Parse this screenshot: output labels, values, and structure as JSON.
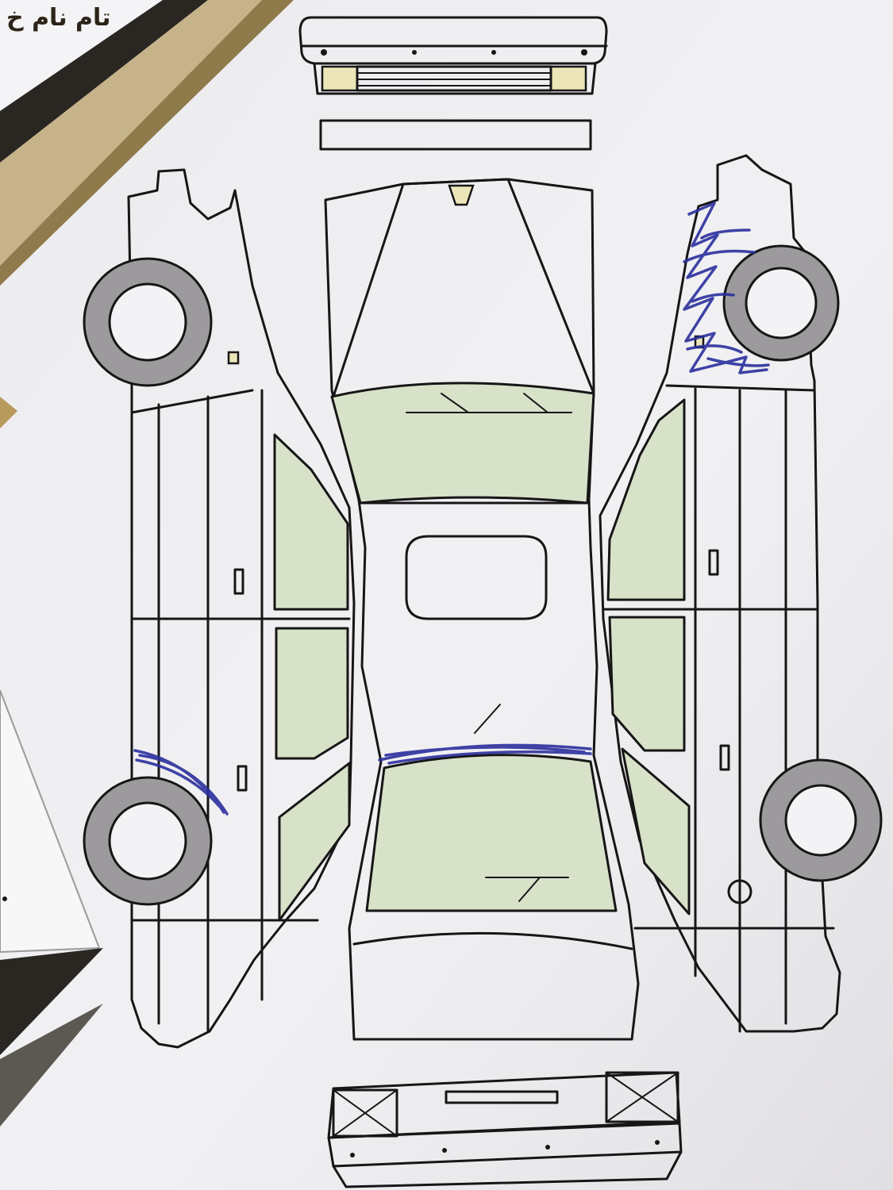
{
  "header": {
    "partial_text": "تام نام خ"
  },
  "colors": {
    "paper": "#ededf0",
    "outline": "#161616",
    "glass": "#d8e2c9",
    "tire": "#9c9a9d",
    "lamp": "#ece5b8",
    "damage_marker": "#2a2f9c",
    "banner_gold": "#b79a5c",
    "banner_dark": "#2a2622"
  },
  "views": [
    "front-view",
    "front-bumper-strip",
    "left-side-view",
    "top-view",
    "right-side-view",
    "rear-view"
  ],
  "damage_marks": [
    "right-front-fender",
    "left-rear-fender",
    "roof-rear-edge"
  ]
}
